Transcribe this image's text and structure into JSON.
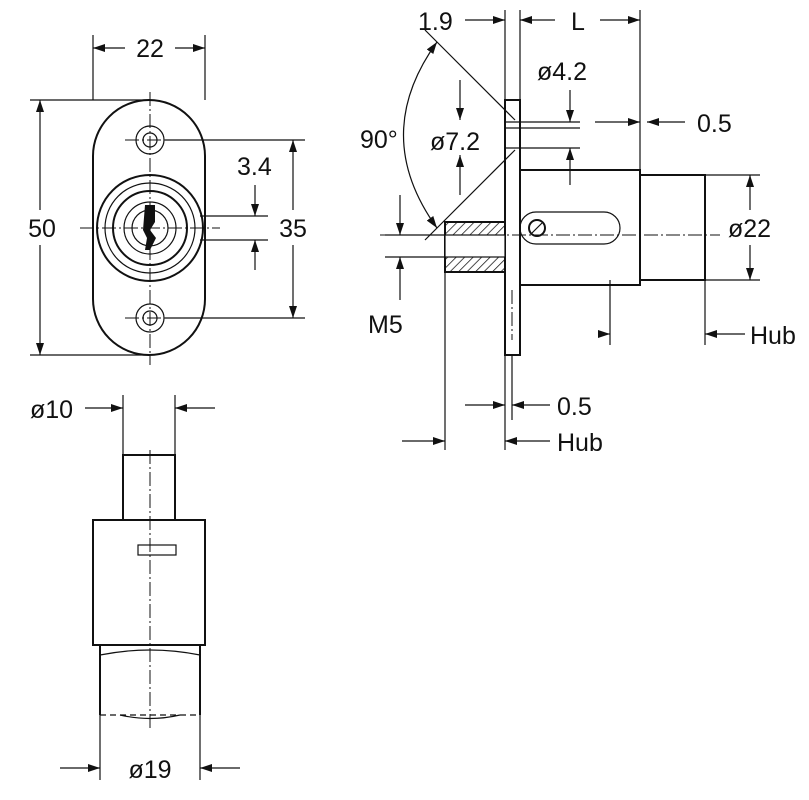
{
  "front_view": {
    "width": "22",
    "height": "50",
    "offset": "3.4",
    "hole_spacing": "35"
  },
  "side_view": {
    "flange": "1.9",
    "length": "L",
    "small_bore": "ø4.2",
    "gap_top": "0.5",
    "angle": "90°",
    "bore": "ø7.2",
    "diameter": "ø22",
    "thread": "M5",
    "hub_right": "Hub",
    "gap_bottom": "0.5",
    "hub_bottom": "Hub"
  },
  "bottom_view": {
    "pin_diameter": "ø10",
    "body_diameter": "ø19"
  }
}
